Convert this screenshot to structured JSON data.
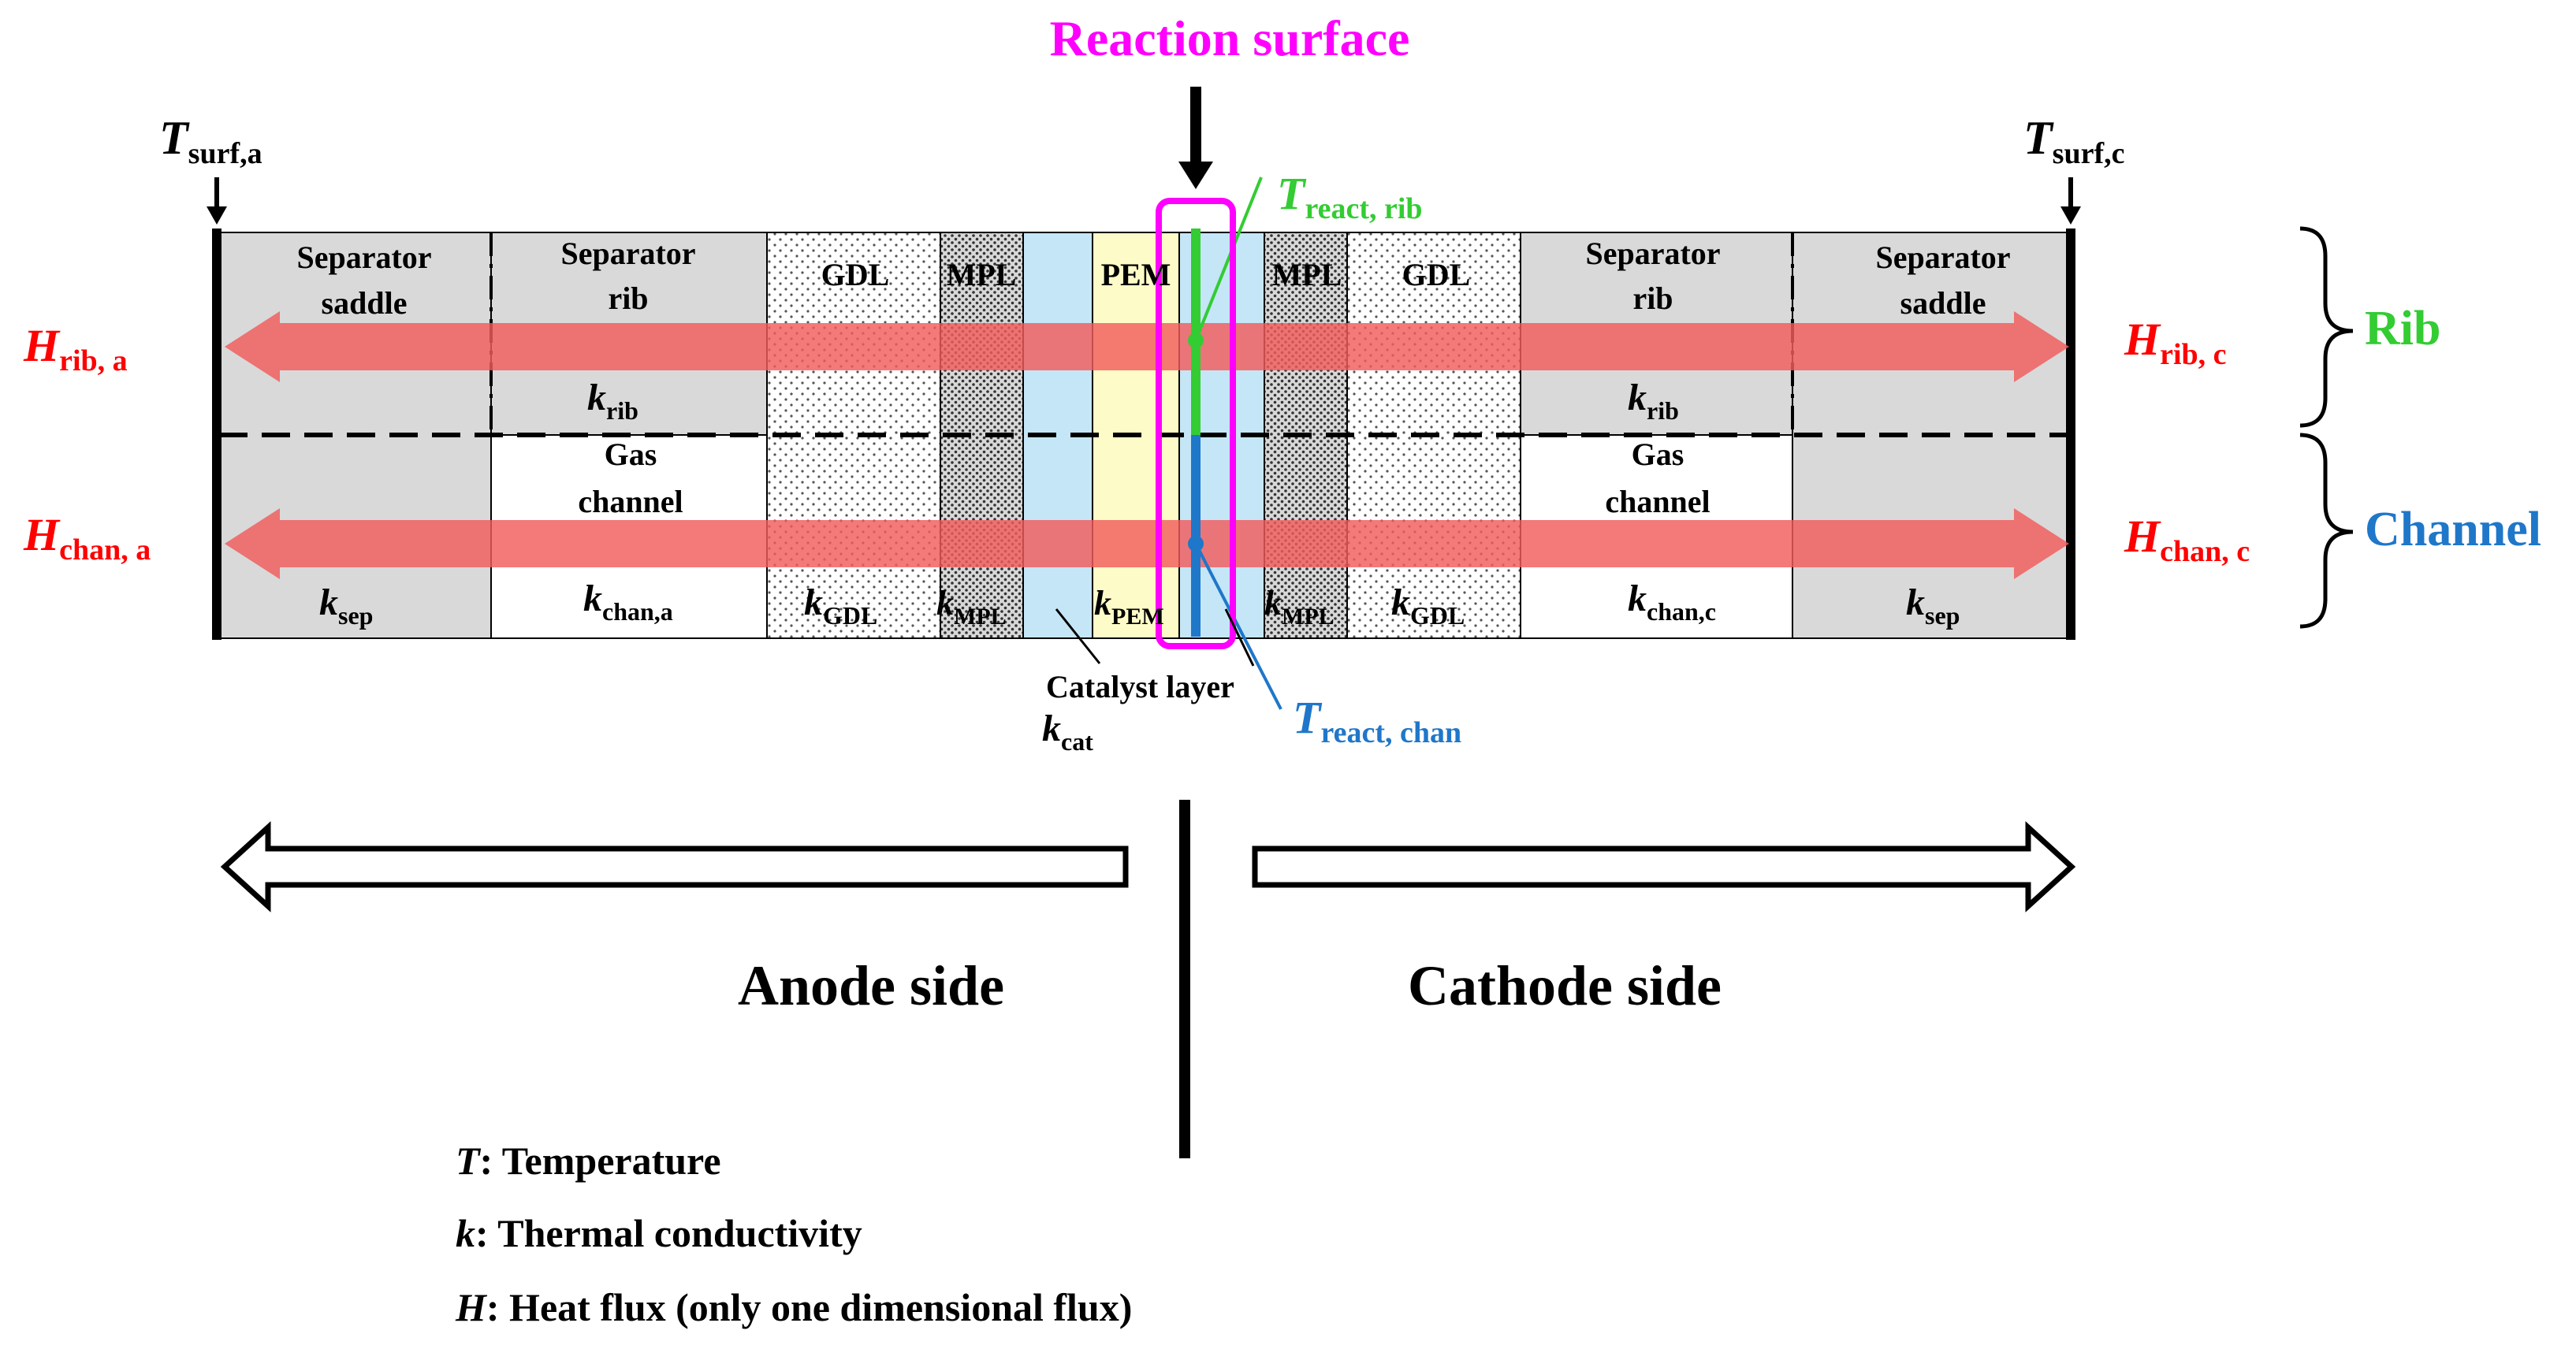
{
  "title": "Reaction surface",
  "surface_temps": {
    "anode": {
      "sym": "T",
      "sub": "surf,a"
    },
    "cathode": {
      "sym": "T",
      "sub": "surf,c"
    }
  },
  "reaction_temps": {
    "rib": {
      "sym": "T",
      "sub": "react, rib"
    },
    "chan": {
      "sym": "T",
      "sub": "react, chan"
    }
  },
  "fluxes": {
    "rib_a": {
      "sym": "H",
      "sub": "rib, a"
    },
    "chan_a": {
      "sym": "H",
      "sub": "chan, a"
    },
    "rib_c": {
      "sym": "H",
      "sub": "rib, c"
    },
    "chan_c": {
      "sym": "H",
      "sub": "chan, c"
    }
  },
  "layers": {
    "separator_saddle_a": {
      "line1": "Separator",
      "line2": "saddle"
    },
    "separator_rib_a": {
      "line1": "Separator",
      "line2": "rib"
    },
    "gdl_a": "GDL",
    "mpl_a": "MPL",
    "pem": "PEM",
    "mpl_c": "MPL",
    "gdl_c": "GDL",
    "separator_rib_c": {
      "line1": "Separator",
      "line2": "rib"
    },
    "separator_saddle_c": {
      "line1": "Separator",
      "line2": "saddle"
    },
    "gas_channel_a": {
      "line1": "Gas",
      "line2": "channel"
    },
    "gas_channel_c": {
      "line1": "Gas",
      "line2": "channel"
    }
  },
  "conductivities": {
    "rib_a": {
      "sym": "k",
      "sub": "rib"
    },
    "rib_c": {
      "sym": "k",
      "sub": "rib"
    },
    "sep_a": {
      "sym": "k",
      "sub": "sep"
    },
    "chan_a": {
      "sym": "k",
      "sub": "chan,a"
    },
    "gdl_a": {
      "sym": "k",
      "sub": "GDL"
    },
    "mpl_a": {
      "sym": "k",
      "sub": "MPL"
    },
    "pem": {
      "sym": "k",
      "sub": "PEM"
    },
    "mpl_c": {
      "sym": "k",
      "sub": "MPL"
    },
    "gdl_c": {
      "sym": "k",
      "sub": "GDL"
    },
    "chan_c": {
      "sym": "k",
      "sub": "chan,c"
    },
    "sep_c": {
      "sym": "k",
      "sub": "sep"
    }
  },
  "catalyst": {
    "label": "Catalyst layer",
    "sym": "k",
    "sub": "cat"
  },
  "brackets": {
    "rib": "Rib",
    "channel": "Channel"
  },
  "sides": {
    "anode": "Anode side",
    "cathode": "Cathode side"
  },
  "legend": [
    {
      "sym": "T",
      "text": ": Temperature"
    },
    {
      "sym": "k",
      "text": ": Thermal conductivity"
    },
    {
      "sym": "H",
      "text": ": Heat flux (only one dimensional flux)"
    }
  ],
  "colors": {
    "magenta": "#ff00ff",
    "flux_red": "#ff0000",
    "arrow_fill": "#f25c5c",
    "green": "#33cc33",
    "blue": "#1f77c9",
    "separator_gray": "#d9d9d9",
    "catalyst_blue": "#c5e6f7",
    "pem_yellow": "#fdfcc8"
  }
}
